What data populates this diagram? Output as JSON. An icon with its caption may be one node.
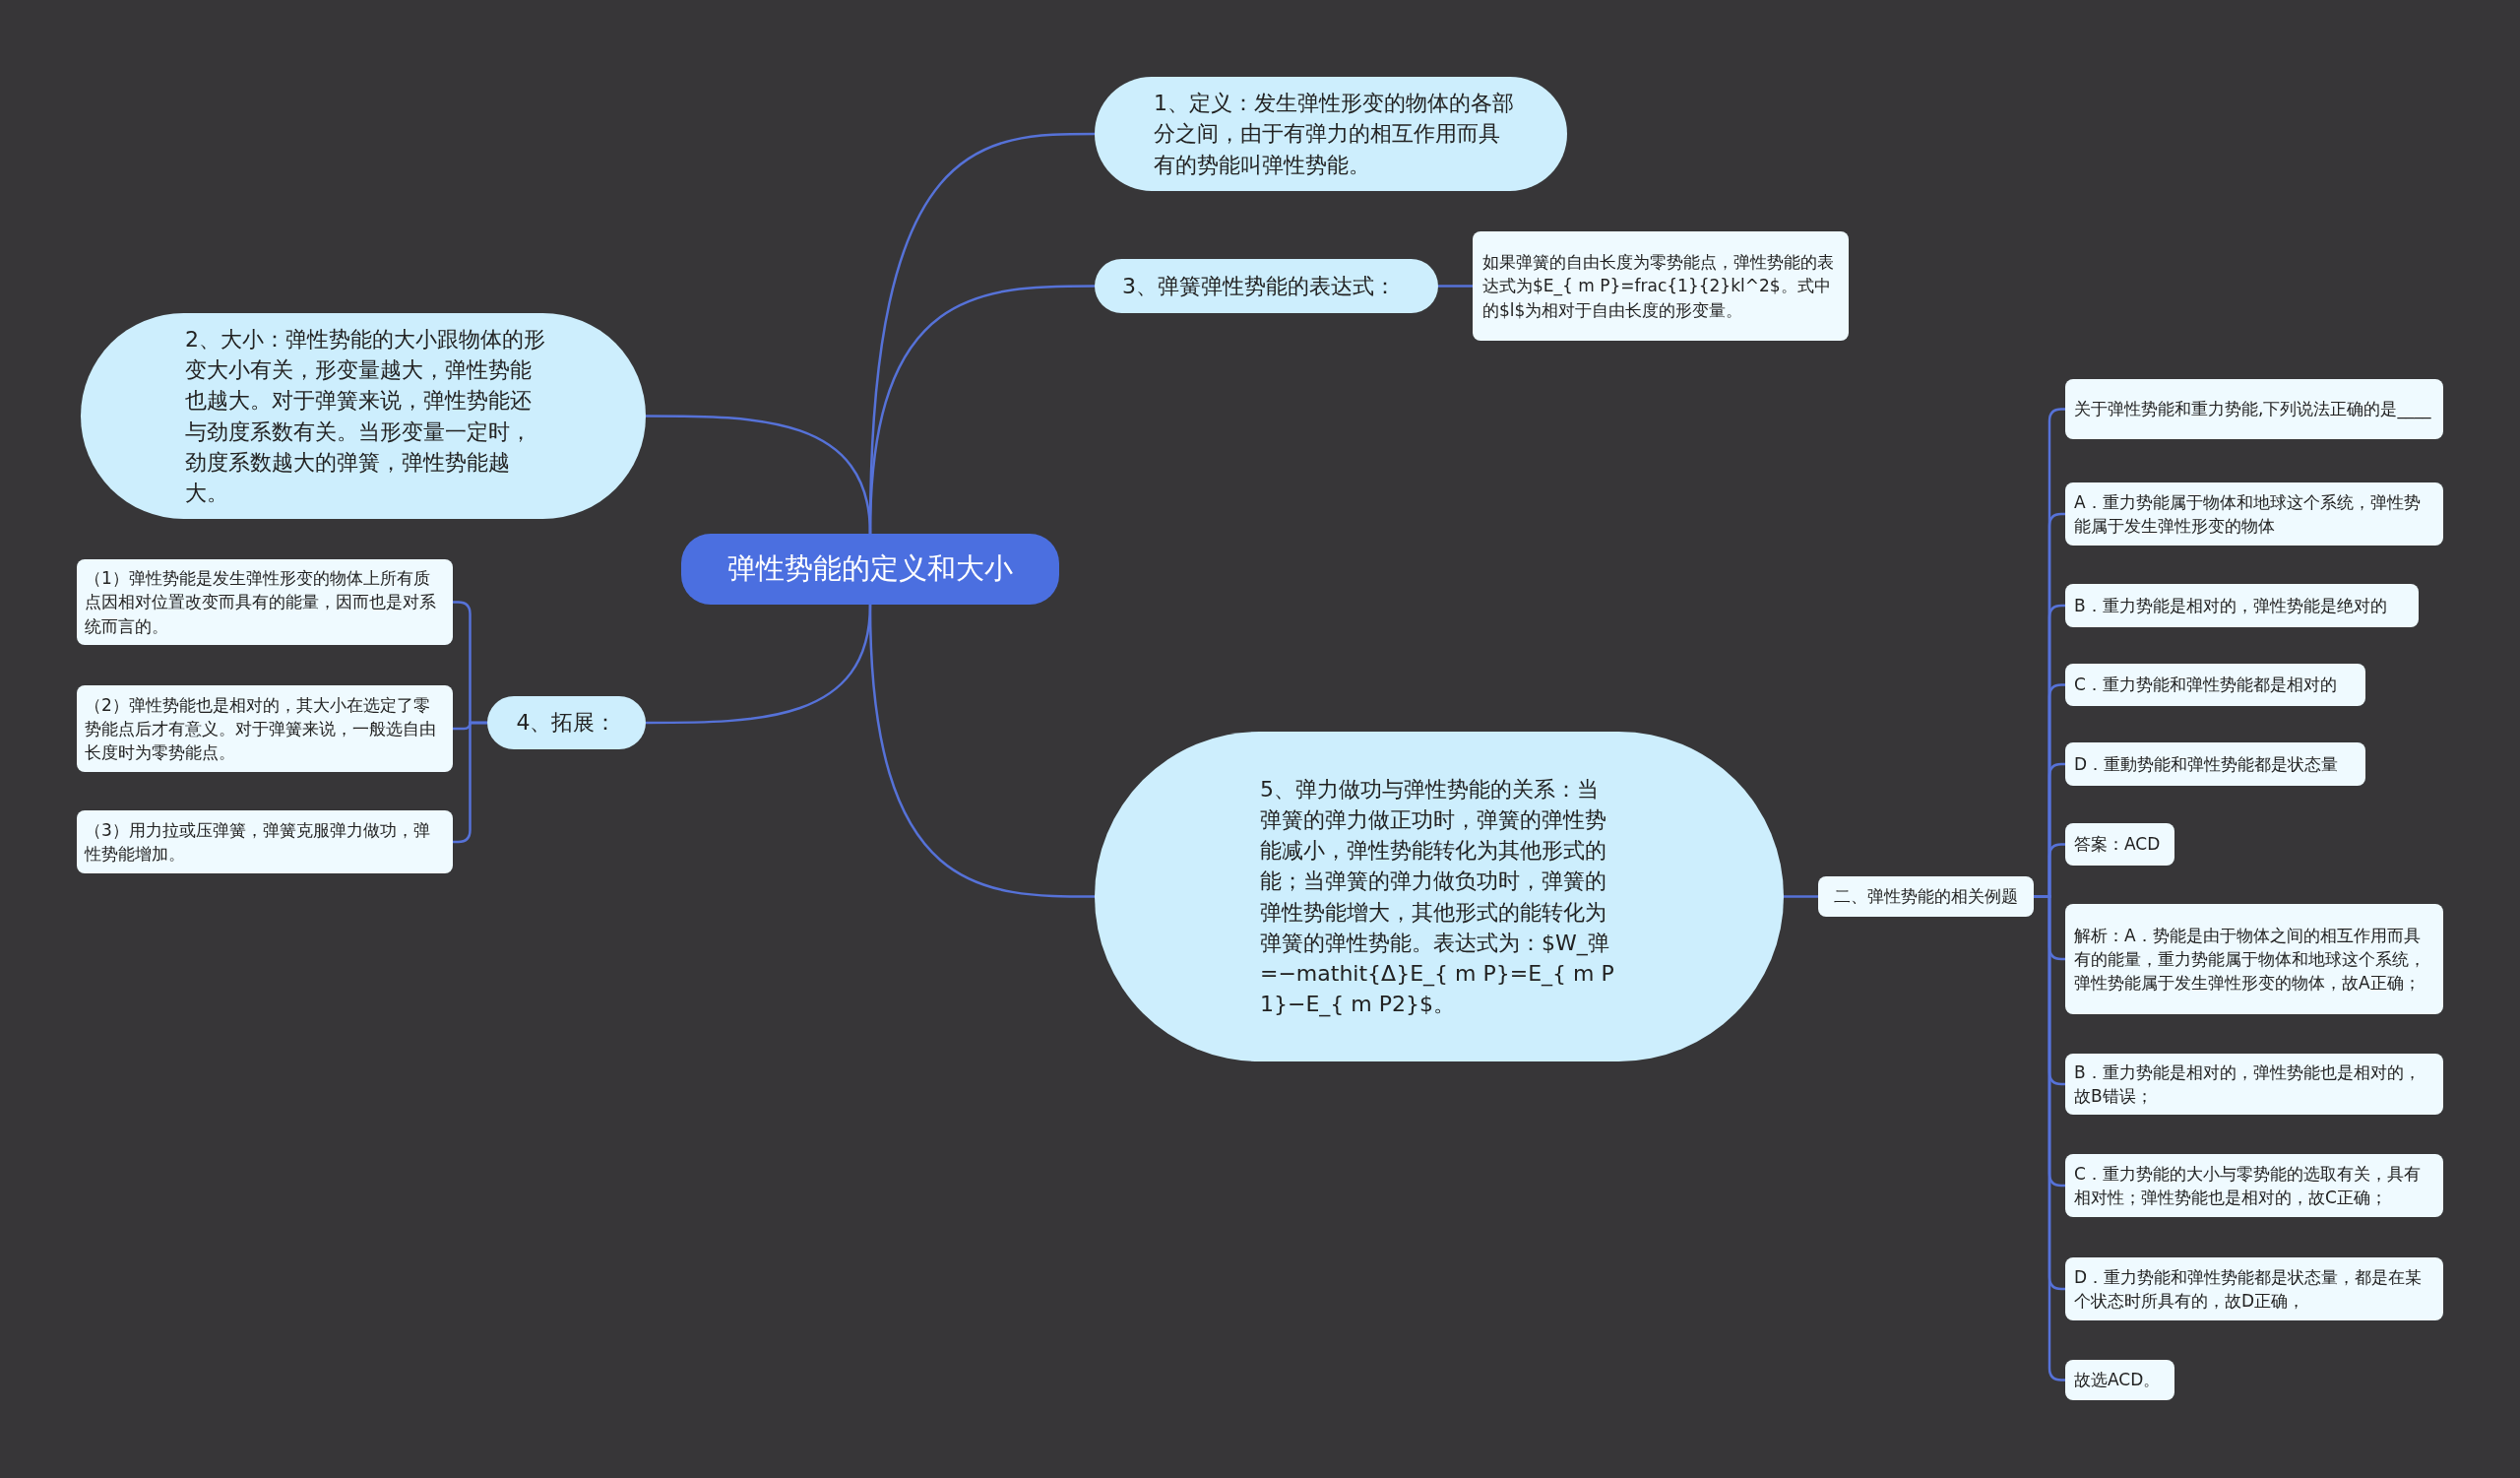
{
  "diagram": {
    "nodes": [
      {
        "text": [
          "弹性势能的定义和大小"
        ]
      },
      {
        "text": [
          "1、定义：发生弹性形变的物体的各部分之间，由于有弹力的相互作用而具有的势能叫弹性势能。"
        ]
      },
      {
        "text": [
          "3、弹簧弹性势能的表达式："
        ]
      },
      {
        "text": [
          "如果弹簧的自由长度为零势能点，弹性势能的表达式为$E_{ m P}=frac{1}{2}kl^2$。式中的$l$为相对于自由长度的形变量。"
        ]
      },
      {
        "text": [
          "2、大小：弹性势能的大小跟物体的形变大小有关，形变量越大，弹性势能也越大。对于弹簧来说，弹性势能还与劲度系数有关。当形变量一定时，劲度系数越大的弹簧，弹性势能越大。"
        ]
      },
      {
        "text": [
          "4、拓展："
        ]
      },
      {
        "text": [
          "（1）弹性势能是发生弹性形变的物体上所有质点因相对位置改变而具有的能量，因而也是对系统而言的。"
        ]
      },
      {
        "text": [
          "（2）弹性势能也是相对的，其大小在选定了零势能点后才有意义。对于弹簧来说，一般选自由长度时为零势能点。"
        ]
      },
      {
        "text": [
          "（3）用力拉或压弹簧，弹簧克服弹力做功，弹性势能增加。"
        ]
      },
      {
        "text": [
          "5、弹力做功与弹性势能的关系：当弹簧的弹力做正功时，弹簧的弹性势能减小，弹性势能转化为其他形式的能；当弹簧的弹力做负功时，弹簧的弹性势能增大，其他形式的能转化为弹簧的弹性势能。表达式为：$W_弹=−mathit{Δ}E_{ m P}=E_{ m P1}−E_{ m P2}$。"
        ]
      },
      {
        "text": [
          "二、弹性势能的相关例题"
        ]
      },
      {
        "text": [
          "关于弹性势能和重力势能,下列说法正确的是____"
        ]
      },
      {
        "text": [
          "A．重力势能属于物体和地球这个系统，弹性势能属于发生弹性形变的物体"
        ]
      },
      {
        "text": [
          "B．重力势能是相对的，弹性势能是绝对的"
        ]
      },
      {
        "text": [
          "C．重力势能和弹性势能都是相对的"
        ]
      },
      {
        "text": [
          "D．重動势能和弹性势能都是状态量"
        ]
      },
      {
        "text": [
          "答案：ACD"
        ]
      },
      {
        "text": [
          "解析：A．势能是由于物体之间的相互作用而具有的能量，重力势能属于物体和地球这个系统，弹性势能属于发生弹性形变的物体，故A正确；"
        ]
      },
      {
        "text": [
          "B．重力势能是相对的，弹性势能也是相对的，故B错误；"
        ]
      },
      {
        "text": [
          "C．重力势能的大小与零势能的选取有关，具有相对性；弹性势能也是相对的，故C正确；"
        ]
      },
      {
        "text": [
          "D．重力势能和弹性势能都是状态量，都是在某个状态时所具有的，故D正确，"
        ]
      },
      {
        "text": [
          "故选ACD。"
        ]
      }
    ],
    "edges": [
      {
        "from": 0,
        "to": 1,
        "arrow": "none"
      },
      {
        "from": 0,
        "to": 2,
        "arrow": "none"
      },
      {
        "from": 2,
        "to": 3,
        "arrow": "none"
      },
      {
        "from": 0,
        "to": 4,
        "arrow": "none"
      },
      {
        "from": 0,
        "to": 5,
        "arrow": "none"
      },
      {
        "from": 5,
        "to": 6,
        "arrow": "none"
      },
      {
        "from": 5,
        "to": 7,
        "arrow": "none"
      },
      {
        "from": 5,
        "to": 8,
        "arrow": "none"
      },
      {
        "from": 0,
        "to": 9,
        "arrow": "none"
      },
      {
        "from": 9,
        "to": 10,
        "arrow": "none"
      },
      {
        "from": 10,
        "to": 11,
        "arrow": "none"
      },
      {
        "from": 10,
        "to": 12,
        "arrow": "none"
      },
      {
        "from": 10,
        "to": 13,
        "arrow": "none"
      },
      {
        "from": 10,
        "to": 14,
        "arrow": "none"
      },
      {
        "from": 10,
        "to": 15,
        "arrow": "none"
      },
      {
        "from": 10,
        "to": 16,
        "arrow": "none"
      },
      {
        "from": 10,
        "to": 17,
        "arrow": "none"
      },
      {
        "from": 10,
        "to": 18,
        "arrow": "none"
      },
      {
        "from": 10,
        "to": 19,
        "arrow": "none"
      },
      {
        "from": 10,
        "to": 20,
        "arrow": "none"
      },
      {
        "from": 10,
        "to": 21,
        "arrow": "none"
      }
    ]
  }
}
